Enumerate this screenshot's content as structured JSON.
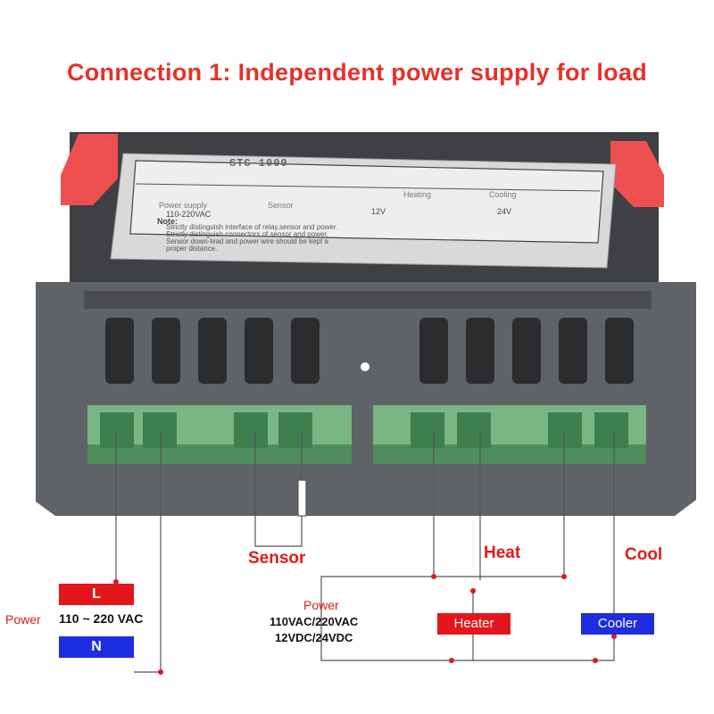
{
  "title": "Connection 1:  Independent power supply for load",
  "device_label": {
    "model": "STC-1000",
    "power_supply": "Power supply",
    "sensor": "Sensor",
    "heating": "Heating",
    "cooling": "Cooling",
    "voltage_ac": "110-220VAC",
    "voltage_12": "12V",
    "voltage_24": "24V",
    "note_title": "Note:",
    "notes": [
      "Strictly distinguish interface of relay,sensor and power.",
      "Strictly distinguish connectors of sensor and power.",
      "Sensor down-lead and power wire should be kept a",
      "proper distance."
    ]
  },
  "labels": {
    "sensor": "Sensor",
    "heat": "Heat",
    "cool": "Cool",
    "power_left": "Power",
    "range": "110 ~ 220 VAC",
    "l": "L",
    "n": "N",
    "power_mid": "Power",
    "volt_line1": "110VAC/220VAC",
    "volt_line2": "12VDC/24VDC",
    "heater": "Heater",
    "cooler": "Cooler"
  },
  "colors": {
    "title": "#e8302a",
    "label_red": "#e21a1a",
    "box_red": "#e4161b",
    "box_blue": "#1d2de0",
    "housing": "#5f6266",
    "terminal_green": "#5aaa6a",
    "clip_red": "#ee5050"
  }
}
